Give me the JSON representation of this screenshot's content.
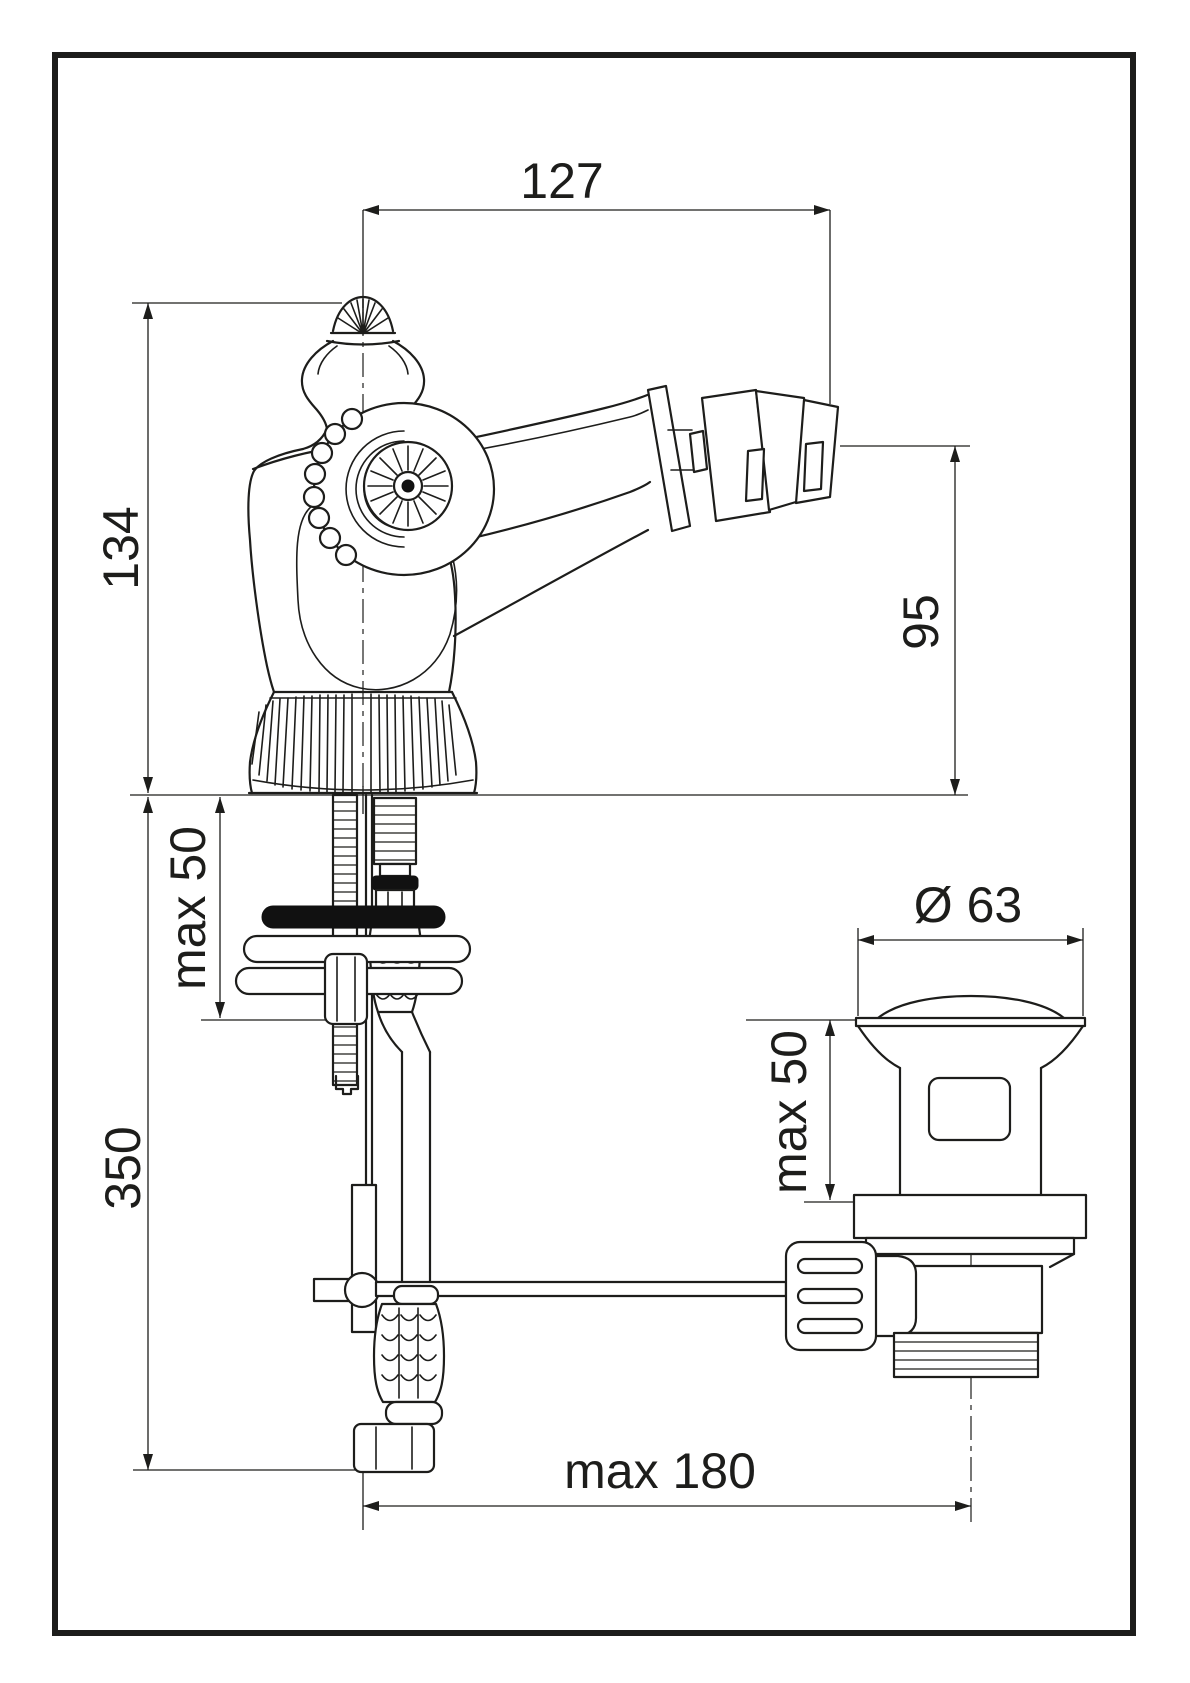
{
  "diagram": {
    "background": "#ffffff",
    "ink": "#1d1d1b",
    "dimensions": {
      "spout_reach": "127",
      "body_height": "134",
      "outlet_height": "95",
      "deck_thickness_front": "max 50",
      "supply_hose_length": "350",
      "waste_flange_diameter": "Ø 63",
      "deck_thickness_waste": "max 50",
      "waste_offset": "max 180"
    }
  }
}
